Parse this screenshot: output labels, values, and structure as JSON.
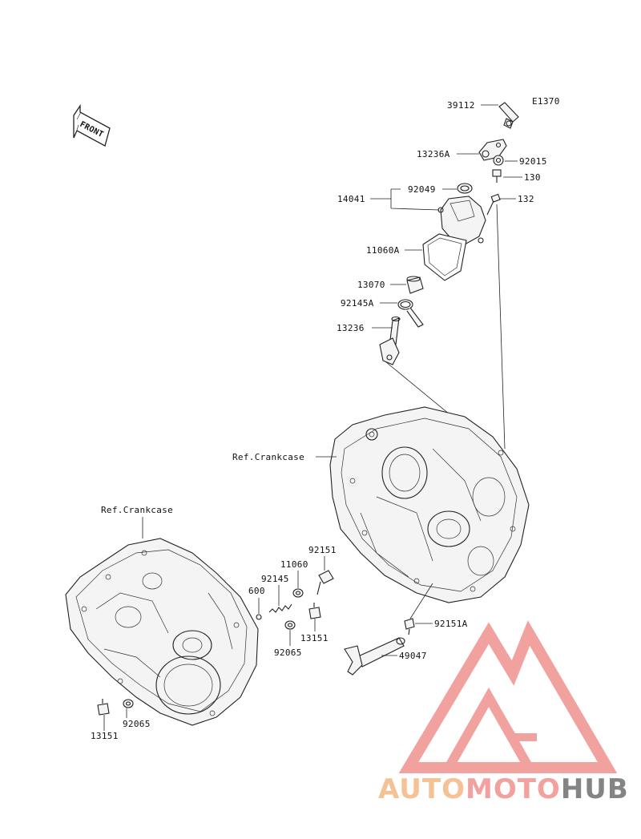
{
  "diagram": {
    "code": "E1370",
    "front_label": "FRONT",
    "labels": {
      "p39112": "39112",
      "p13236A": "13236A",
      "p92015": "92015",
      "p130": "130",
      "p132": "132",
      "p14041": "14041",
      "p92049": "92049",
      "p11060A": "11060A",
      "p13070": "13070",
      "p92145A": "92145A",
      "p13236": "13236",
      "ref_crankcase_1": "Ref.Crankcase",
      "ref_crankcase_2": "Ref.Crankcase",
      "p92151": "92151",
      "p11060": "11060",
      "p92145": "92145",
      "p600": "600",
      "p92065a": "92065",
      "p13151a": "13151",
      "p92151A": "92151A",
      "p49047": "49047",
      "p92065b": "92065",
      "p13151b": "13151"
    }
  },
  "watermark": {
    "brand_a": "AUTO",
    "brand_b": "MOTO",
    "brand_c": "HUB",
    "color_a": "#f2b37a",
    "color_b": "#f08b86",
    "color_c": "#666666"
  }
}
